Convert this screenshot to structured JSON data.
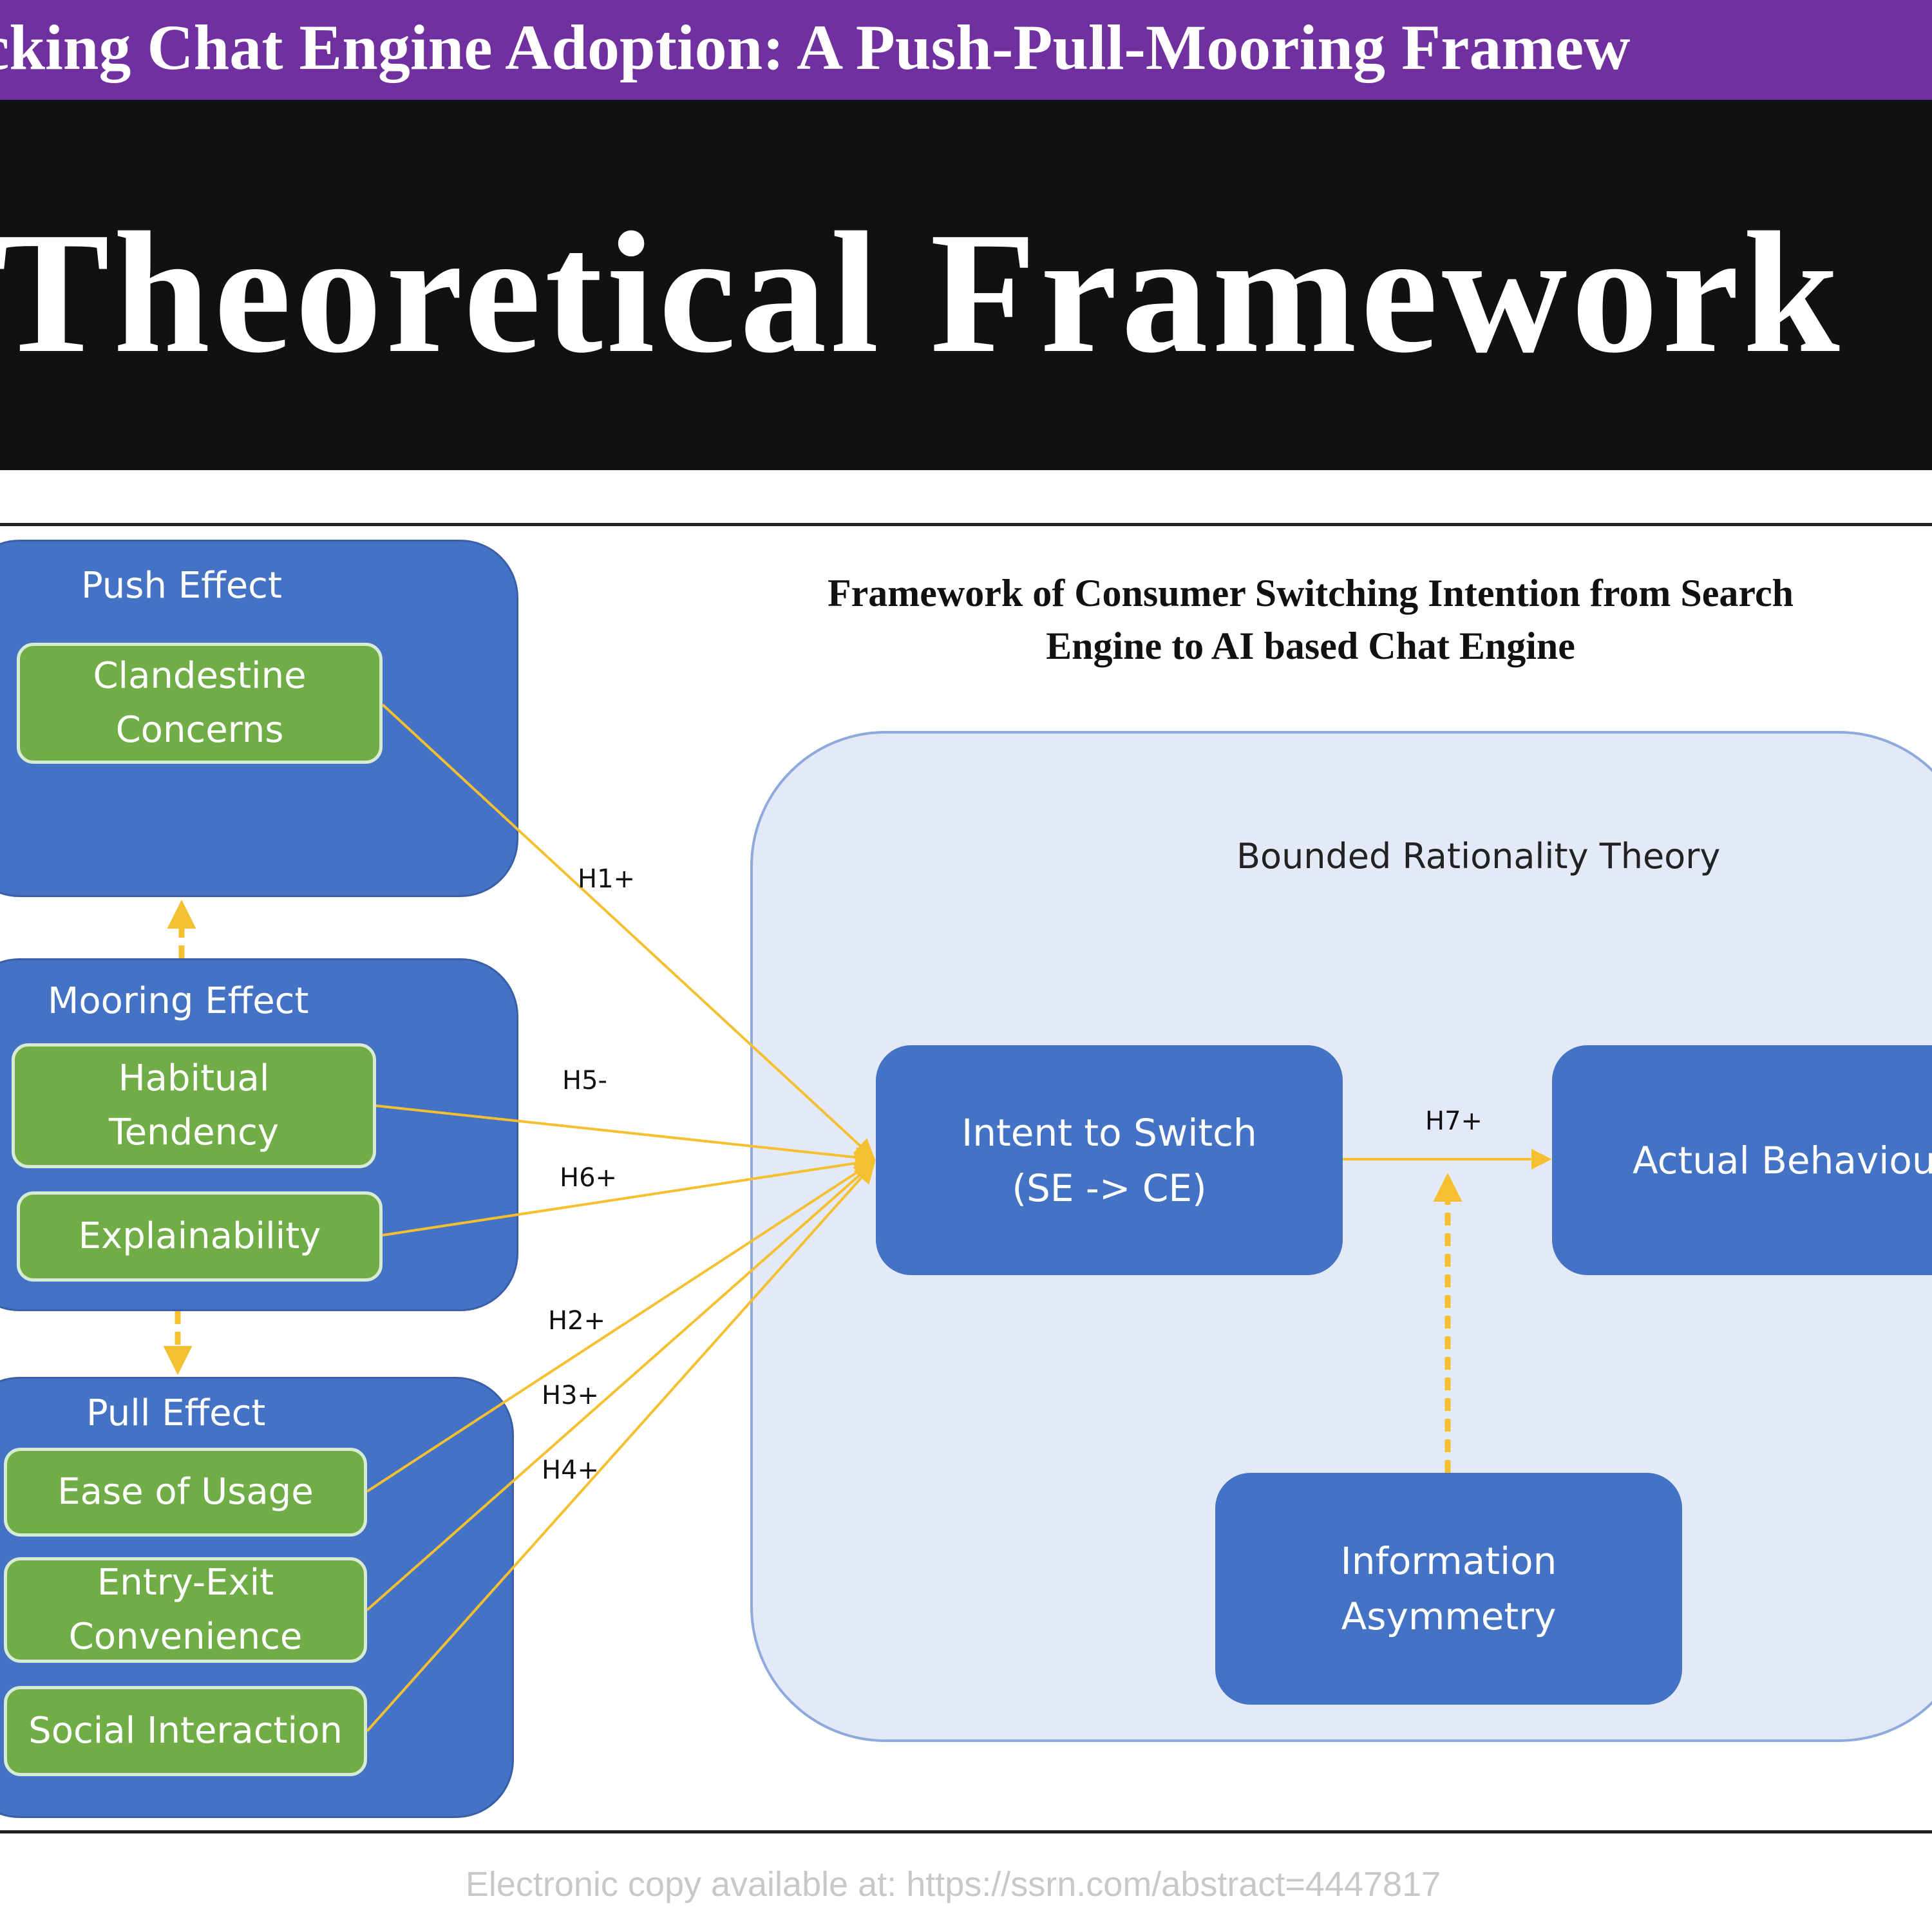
{
  "banner": {
    "title": "cking Chat Engine Adoption: A Push-Pull-Mooring Framew"
  },
  "slide": {
    "title": "Theoretical Framework"
  },
  "diagram": {
    "title_line1": "Framework of Consumer Switching Intention from Search",
    "title_line2": "Engine to AI based Chat Engine",
    "groups": {
      "push": {
        "label": "Push Effect",
        "items": [
          "Clandestine\nConcerns"
        ]
      },
      "mooring": {
        "label": "Mooring Effect",
        "items": [
          "Habitual\nTendency",
          "Explainability"
        ]
      },
      "pull": {
        "label": "Pull Effect",
        "items": [
          "Ease of Usage",
          "Entry-Exit\nConvenience",
          "Social Interaction"
        ]
      }
    },
    "region_label": "Bounded Rationality Theory",
    "nodes": {
      "intent": "Intent to Switch\n(SE -> CE)",
      "actual": "Actual Behaviour",
      "info": "Information\nAsymmetry"
    },
    "hypotheses": {
      "h1": "H1+",
      "h2": "H2+",
      "h3": "H3+",
      "h4": "H4+",
      "h5": "H5-",
      "h6": "H6+",
      "h7": "H7+"
    },
    "colors": {
      "group_blue": "#4472c4",
      "factor_green": "#70ad47",
      "arrow_gold": "#f5c02f",
      "region_fill": "#e3e9f6",
      "banner_purple": "#7030a0"
    }
  },
  "footer": {
    "text": "Electronic copy available at: https://ssrn.com/abstract=4447817"
  }
}
